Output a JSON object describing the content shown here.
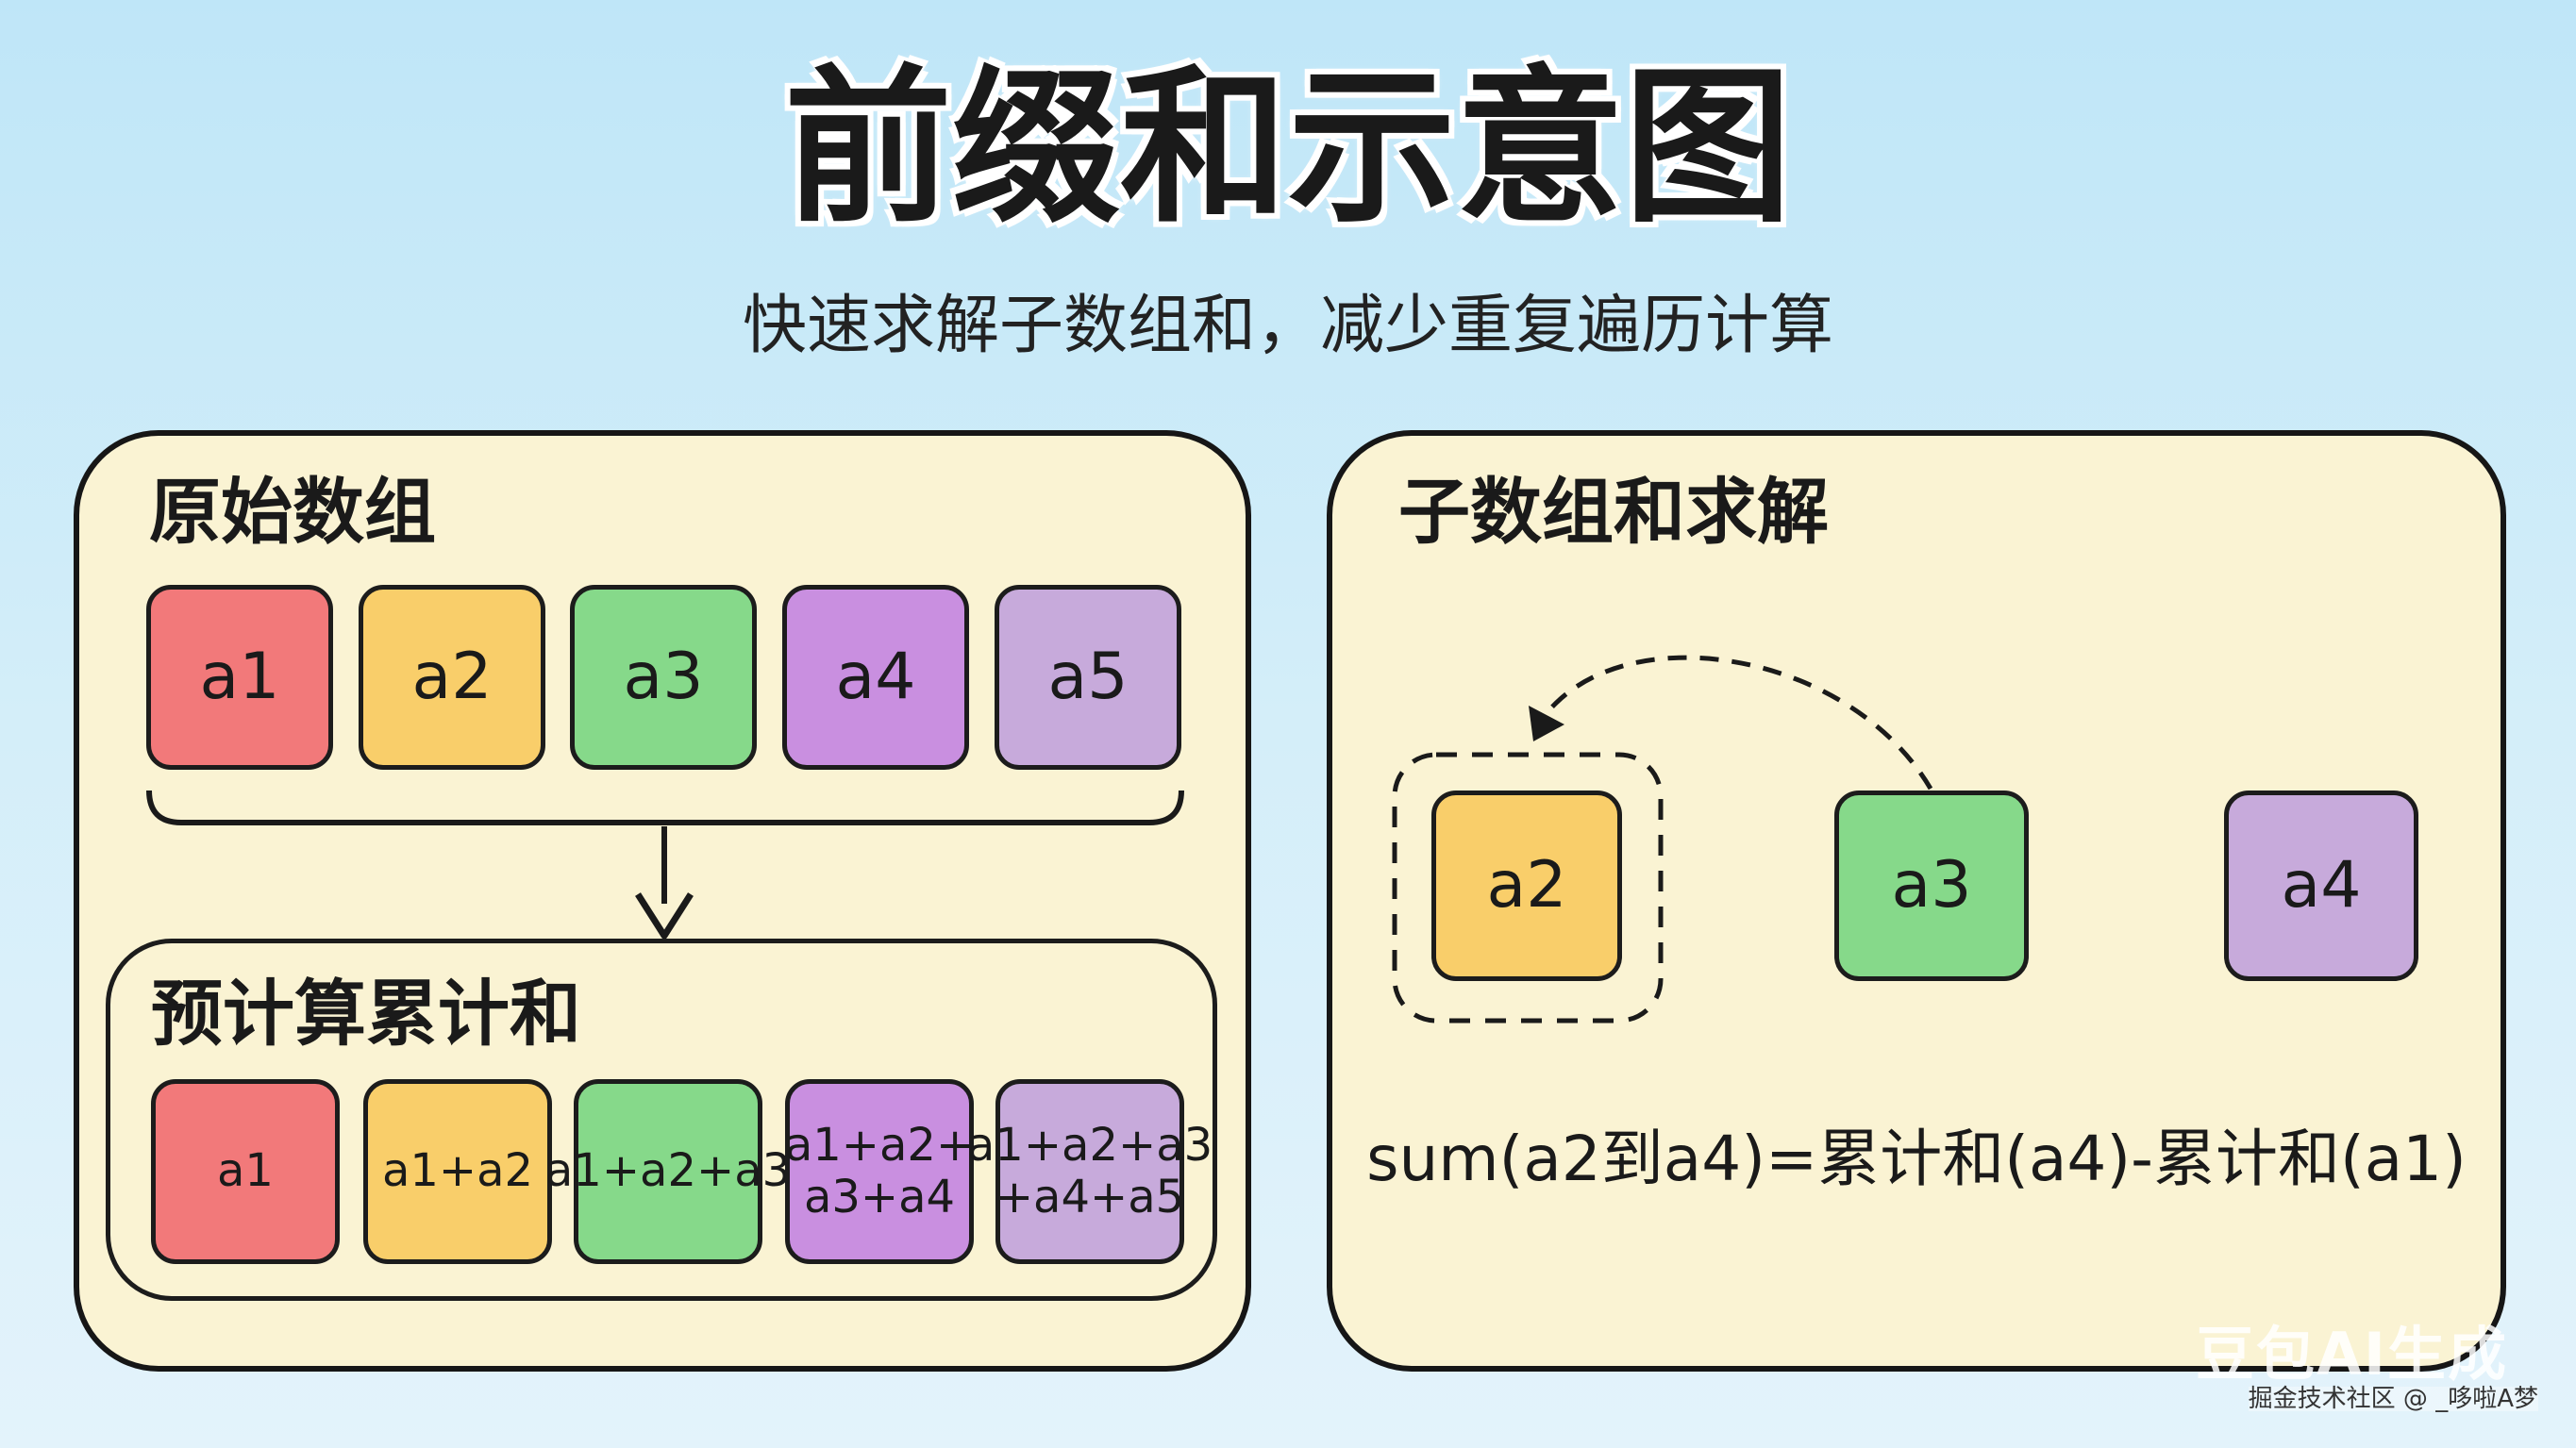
{
  "title": "前缀和示意图",
  "subtitle": "快速求解子数组和，减少重复遍历计算",
  "left_panel": {
    "title": "原始数组",
    "original": [
      "a1",
      "a2",
      "a3",
      "a4",
      "a5"
    ],
    "inner_title": "预计算累计和",
    "prefix_sums": [
      {
        "line1": "a1",
        "line2": ""
      },
      {
        "line1": "a1+a2",
        "line2": ""
      },
      {
        "line1": "a1+a2+a3",
        "line2": ""
      },
      {
        "line1": "a1+a2+",
        "line2": "a3+a4"
      },
      {
        "line1": "a1+a2+a3",
        "line2": "+a4+a5"
      }
    ]
  },
  "right_panel": {
    "title": "子数组和求解",
    "cells": [
      "a2",
      "a3",
      "a4"
    ],
    "formula": "sum(a2到a4)=累计和(a4)-累计和(a1)"
  },
  "watermark": {
    "logo": "豆包AI生成",
    "credit": "掘金技术社区 @ _哆啦A梦"
  },
  "colors": {
    "red": "#f2797a",
    "yellow": "#f9ce6a",
    "green": "#86d98a",
    "purple": "#c98fe0",
    "lilac": "#c7aadb",
    "panel": "#faf3d3"
  }
}
